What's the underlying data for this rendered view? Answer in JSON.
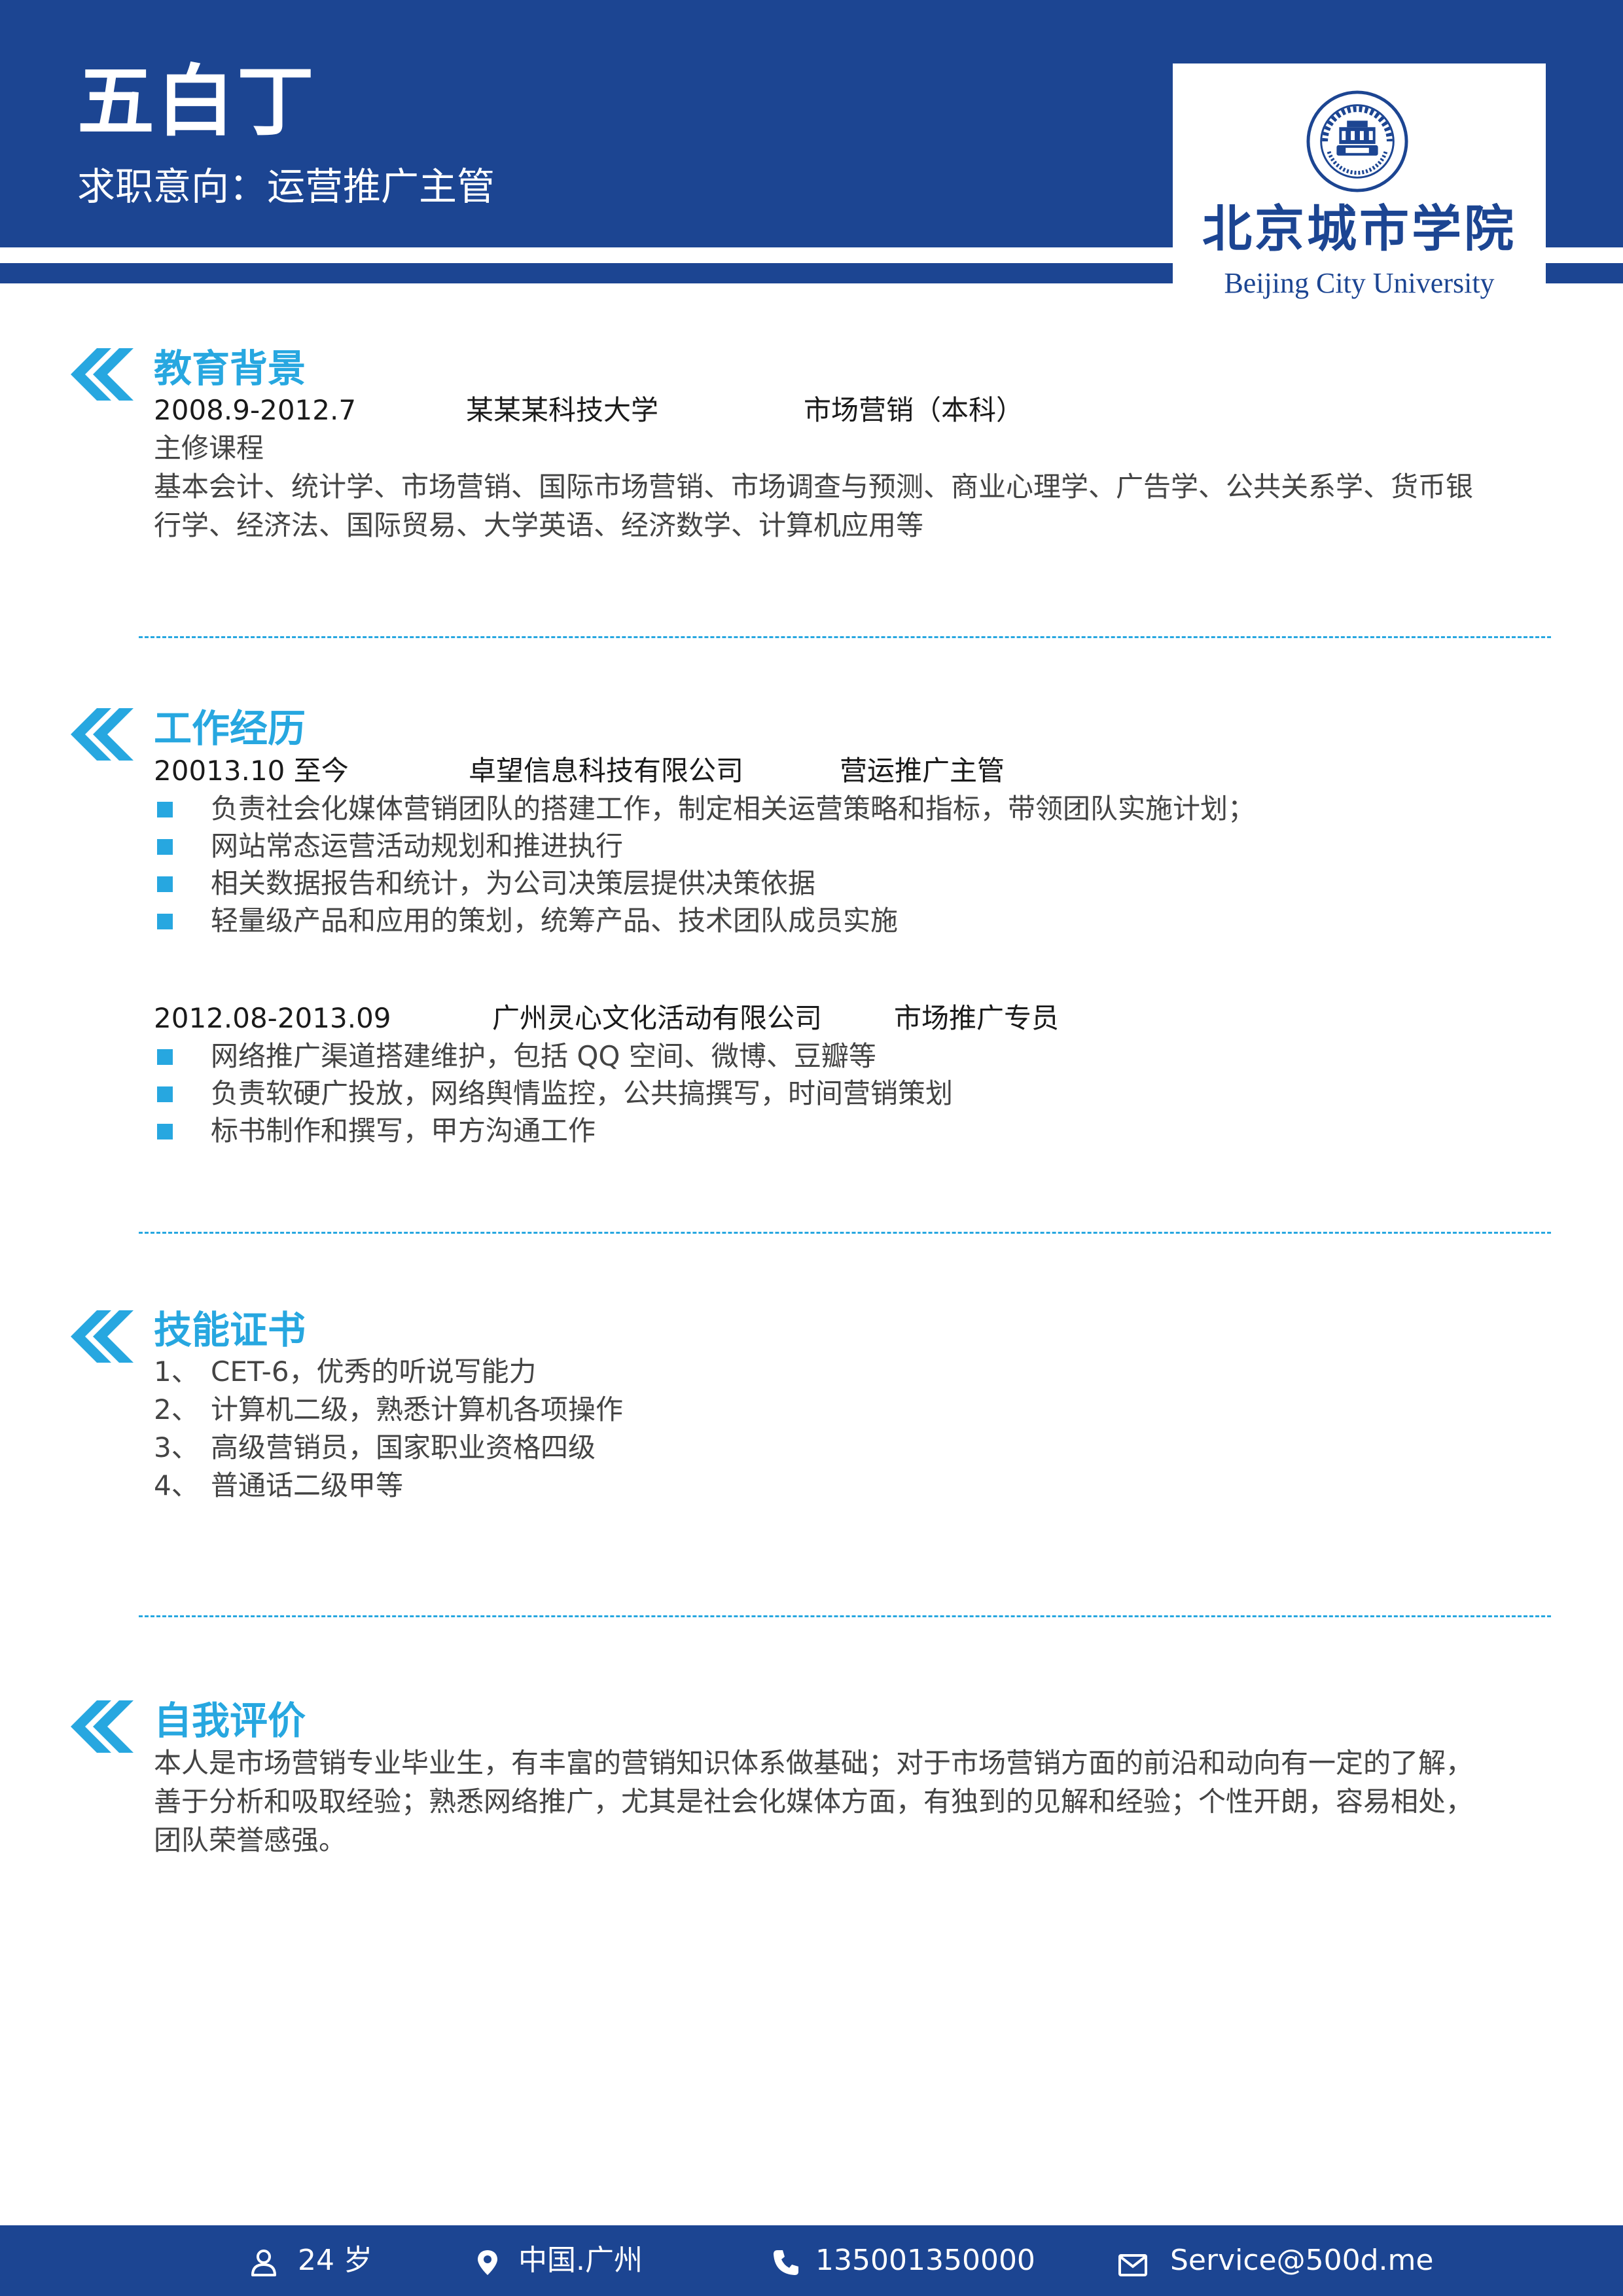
{
  "header": {
    "name": "五白丁",
    "intent": "求职意向：运营推广主管",
    "logo_cn": "北京城市学院",
    "logo_en": "Beijing City University",
    "colors": {
      "primary": "#1c4592",
      "accent": "#27a7e0"
    }
  },
  "education": {
    "title": "教育背景",
    "period": "2008.9-2012.7",
    "school": "某某某科技大学",
    "major": "市场营销（本科）",
    "courses_label": "主修课程",
    "courses_line1": "基本会计、统计学、市场营销、国际市场营销、市场调查与预测、商业心理学、广告学、公共关系学、货币银",
    "courses_line2": "行学、经济法、国际贸易、大学英语、经济数学、计算机应用等"
  },
  "work": {
    "title": "工作经历",
    "jobs": [
      {
        "period": "20013.10 至今",
        "company": "卓望信息科技有限公司",
        "position": "营运推广主管",
        "duties": [
          "负责社会化媒体营销团队的搭建工作，制定相关运营策略和指标，带领团队实施计划；",
          "网站常态运营活动规划和推进执行",
          "相关数据报告和统计，为公司决策层提供决策依据",
          "轻量级产品和应用的策划，统筹产品、技术团队成员实施"
        ]
      },
      {
        "period": "2012.08-2013.09",
        "company": "广州灵心文化活动有限公司",
        "position": "市场推广专员",
        "duties": [
          "网络推广渠道搭建维护，包括 QQ 空间、微博、豆瓣等",
          "负责软硬广投放，网络舆情监控，公共搞撰写，时间营销策划",
          "标书制作和撰写，甲方沟通工作"
        ]
      }
    ]
  },
  "skills": {
    "title": "技能证书",
    "items": [
      {
        "num": "1、",
        "text": "CET-6，优秀的听说写能力"
      },
      {
        "num": "2、",
        "text": "计算机二级，熟悉计算机各项操作"
      },
      {
        "num": "3、",
        "text": "高级营销员，国家职业资格四级"
      },
      {
        "num": "4、",
        "text": "普通话二级甲等"
      }
    ]
  },
  "self": {
    "title": "自我评价",
    "line1": "本人是市场营销专业毕业生，有丰富的营销知识体系做基础；对于市场营销方面的前沿和动向有一定的了解，",
    "line2": "善于分析和吸取经验；熟悉网络推广，尤其是社会化媒体方面，有独到的见解和经验；个性开朗，容易相处，",
    "line3": "团队荣誉感强。"
  },
  "footer": {
    "age": "24 岁",
    "location": "中国.广州",
    "phone": "135001350000",
    "email": "Service@500d.me",
    "icons": [
      "user-icon",
      "location-pin-icon",
      "phone-icon",
      "mail-icon"
    ]
  }
}
